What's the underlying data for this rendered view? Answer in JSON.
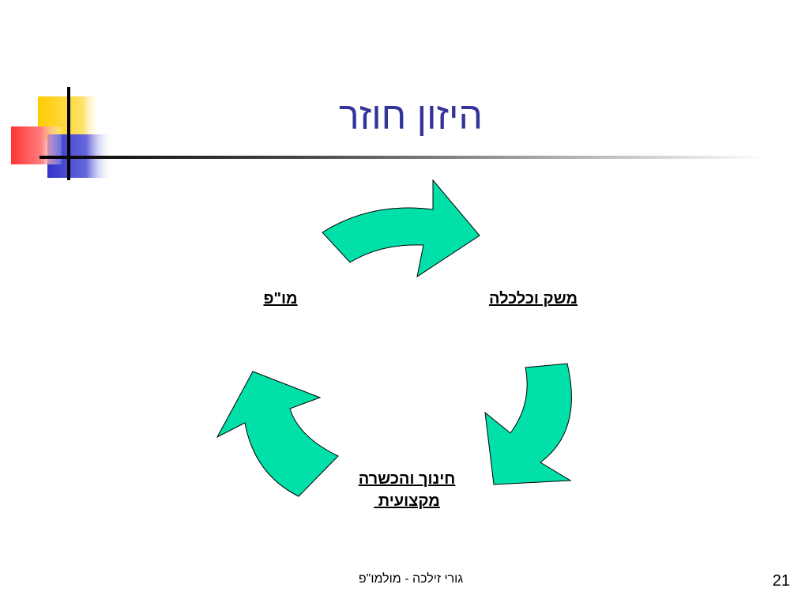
{
  "slide": {
    "title": "היזון חוזר",
    "footer": "גורי זילכה - מולמו\"פ",
    "page_number": "21"
  },
  "cycle": {
    "nodes": [
      {
        "label": "משק וכלכלה"
      },
      {
        "label": "חינוך והכשרה",
        "label2": "מקצועית "
      },
      {
        "label": "מו\"פ"
      }
    ],
    "arrow_color": "#00E0A8",
    "title_color": "#333399"
  },
  "decoration": {
    "colors": [
      "#FFCC00",
      "#FF3333",
      "#3333CC",
      "#000000"
    ]
  }
}
